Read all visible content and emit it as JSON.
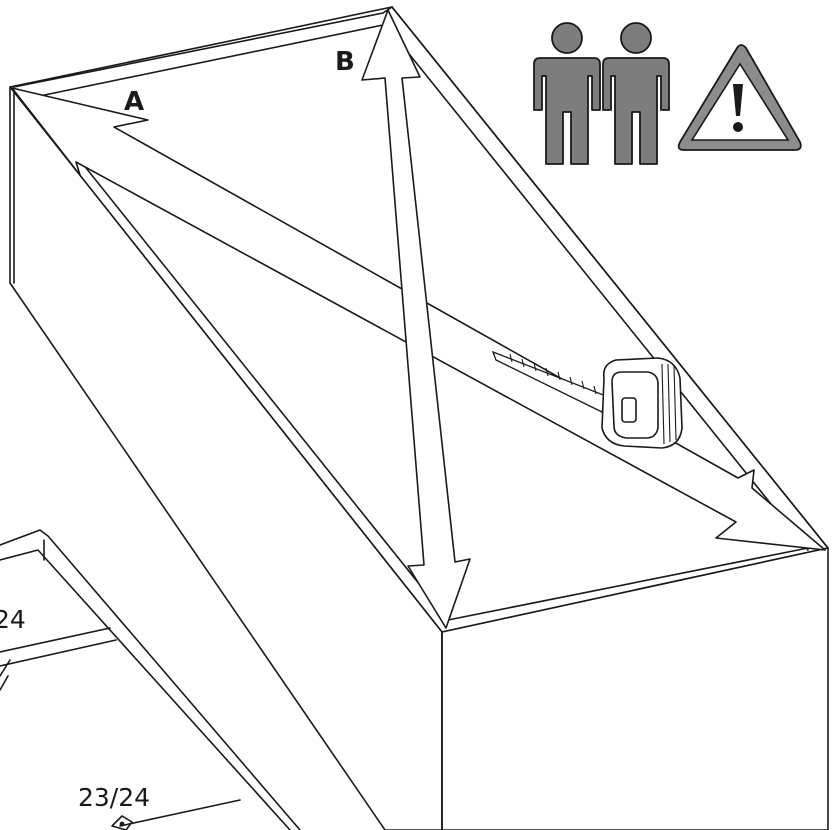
{
  "diagram": {
    "labels": {
      "diagonal_a": "A",
      "diagonal_b": "B",
      "ref_lower": "23/24",
      "ref_left": "24"
    },
    "icons": {
      "two_person": "two-person-assembly-icon",
      "warning": "warning-triangle-icon",
      "tool": "tape-measure-icon"
    },
    "colors": {
      "person_fill": "#7d7d7d",
      "warning_fill": "#8c8c8c",
      "line": "#1a1a1a"
    }
  }
}
